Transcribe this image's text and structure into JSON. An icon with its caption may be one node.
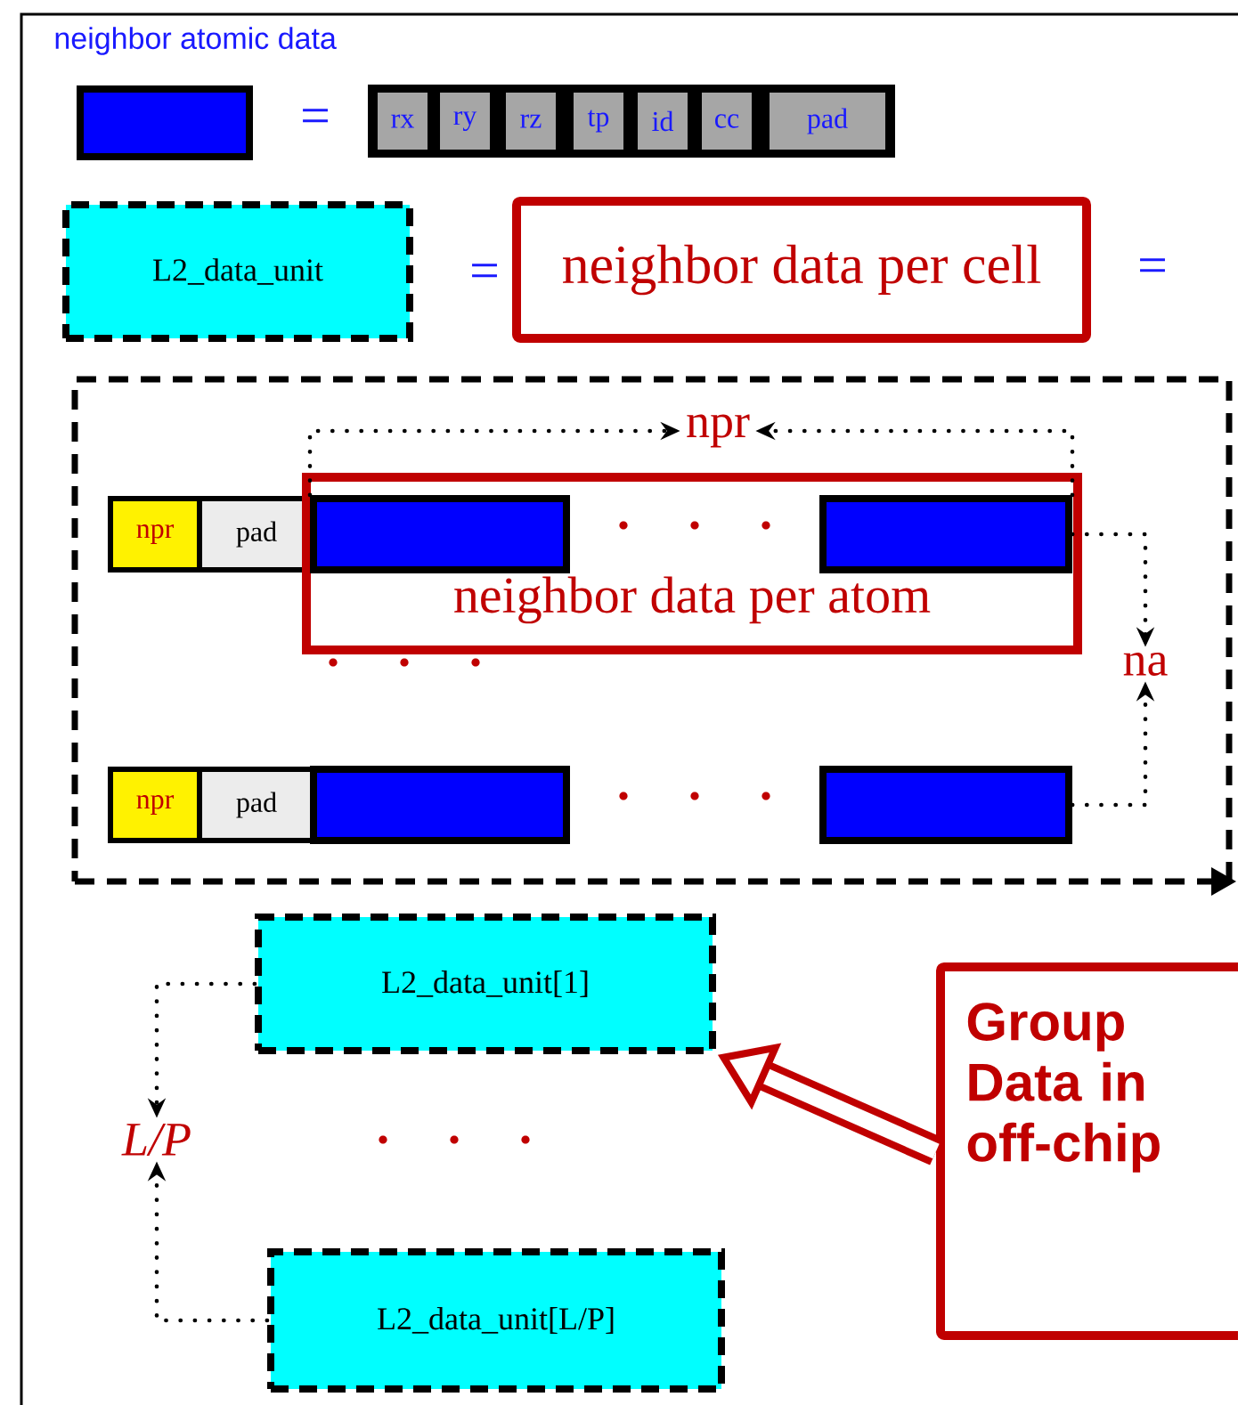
{
  "diagram": {
    "nodes": [
      {
        "text": [
          "neighbor atomic data"
        ]
      },
      {
        "text": [],
        "shape": "box",
        "in": 0
      },
      {
        "text": [
          "rx",
          "ry",
          "rz",
          "tp",
          "id",
          "cc",
          "pad"
        ],
        "in": 0
      },
      {
        "text": [
          "L2_data_unit"
        ],
        "in": 0
      },
      {
        "text": [
          "neighbor data per cell"
        ],
        "in": 0
      },
      {
        "text": [],
        "shape": "box",
        "in": 0
      },
      {
        "text": [
          "npr"
        ],
        "in": 5
      },
      {
        "text": [
          "pad"
        ],
        "in": 5
      },
      {
        "text": [
          "neighbor data per atom"
        ],
        "in": 5
      },
      {
        "text": [],
        "shape": "box",
        "in": 8
      },
      {
        "text": [],
        "shape": "box",
        "in": 8
      },
      {
        "text": [
          "npr"
        ],
        "in": 5
      },
      {
        "text": [
          "pad"
        ],
        "in": 5
      },
      {
        "text": [],
        "shape": "box",
        "in": 5
      },
      {
        "text": [],
        "shape": "box",
        "in": 5
      },
      {
        "text": [
          "npr"
        ],
        "in": 5
      },
      {
        "text": [
          "na"
        ],
        "in": 5
      },
      {
        "text": [
          "L2_data_unit[1]"
        ],
        "in": 0
      },
      {
        "text": [
          "L2_data_unit[L/P]"
        ],
        "in": 0
      },
      {
        "text": [
          "L/P"
        ],
        "in": 0
      },
      {
        "text": [
          "Group Data in off-chip"
        ],
        "in": 0
      }
    ],
    "edges": [
      {
        "from": 9,
        "to": 15,
        "arrow": "to",
        "style": "dashed"
      },
      {
        "from": 10,
        "to": 15,
        "arrow": "to",
        "style": "dashed"
      },
      {
        "from": 10,
        "to": 16,
        "arrow": "to",
        "style": "dashed"
      },
      {
        "from": 14,
        "to": 16,
        "arrow": "to",
        "style": "dashed"
      },
      {
        "from": 17,
        "to": 19,
        "arrow": "to",
        "style": "dashed"
      },
      {
        "from": 18,
        "to": 19,
        "arrow": "to",
        "style": "dashed"
      },
      {
        "from": 20,
        "to": 17,
        "arrow": "to",
        "style": "thick",
        "color": "#c00000"
      }
    ],
    "labels": [
      "=",
      "=",
      "="
    ]
  }
}
